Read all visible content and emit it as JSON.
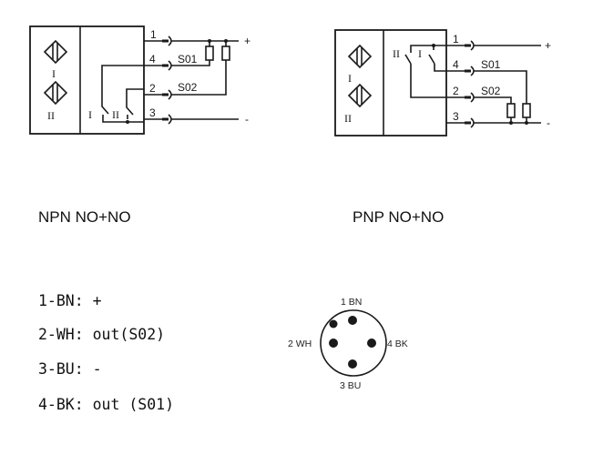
{
  "npn_diagram": {
    "caption": "NPN  NO+NO",
    "sensor_labels": [
      "I",
      "II"
    ],
    "switch_labels": [
      "I",
      "II"
    ],
    "terminals": [
      "1",
      "4",
      "2",
      "3"
    ],
    "outputs": [
      "S01",
      "S02"
    ],
    "plus": "+",
    "minus": "-"
  },
  "pnp_diagram": {
    "caption": "PNP  NO+NO",
    "sensor_labels": [
      "I",
      "II"
    ],
    "switch_labels": [
      "II",
      "I"
    ],
    "terminals": [
      "1",
      "4",
      "2",
      "3"
    ],
    "outputs": [
      "S01",
      "S02"
    ],
    "plus": "+",
    "minus": "-"
  },
  "pinout": [
    {
      "text": "1-BN: +"
    },
    {
      "text": "2-WH: out(S02)"
    },
    {
      "text": "3-BU: -"
    },
    {
      "text": "4-BK: out (S01)"
    }
  ],
  "connector": {
    "pin_labels": {
      "top": "1 BN",
      "left": "2 WH",
      "right": "4 BK",
      "bottom": "3 BU"
    }
  }
}
